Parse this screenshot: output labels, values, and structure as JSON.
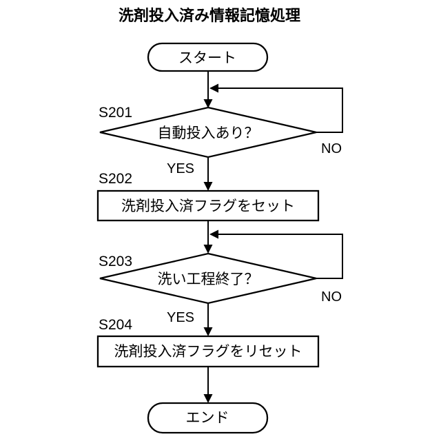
{
  "title": "洗剤投入済み情報記憶処理",
  "colors": {
    "ink": "#000000",
    "background": "#ffffff"
  },
  "flow": {
    "start_label": "スタート",
    "end_label": "エンド",
    "s201": {
      "id": "S201",
      "question": "自動投入あり？",
      "yes": "YES",
      "no": "NO"
    },
    "s202": {
      "id": "S202",
      "action": "洗剤投入済フラグをセット"
    },
    "s203": {
      "id": "S203",
      "question": "洗い工程終了？",
      "yes": "YES",
      "no": "NO"
    },
    "s204": {
      "id": "S204",
      "action": "洗剤投入済フラグをリセット"
    }
  }
}
